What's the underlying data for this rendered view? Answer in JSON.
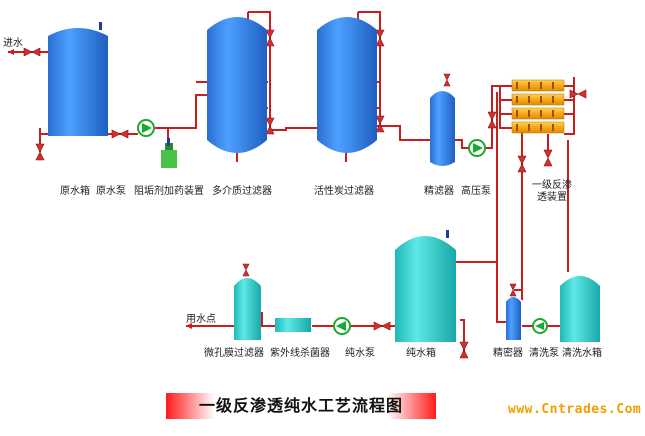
{
  "title": "一级反渗透纯水工艺流程图",
  "watermark": "www.Cntrades.Com",
  "labels": {
    "inlet": "进水",
    "raw_tank": "原水箱",
    "raw_pump": "原水泵",
    "antiscalant": "阻垢剂加药装置",
    "multimedia": "多介质过滤器",
    "carbon": "活性炭过滤器",
    "precision": "精滤器",
    "hp_pump": "高压泵",
    "ro_unit": "一级反渗透装置",
    "use_point": "用水点",
    "micro_filter": "微孔膜过滤器",
    "uv": "紫外线杀菌器",
    "pure_pump": "纯水泵",
    "pure_tank": "纯水箱",
    "fine_filter": "精密器",
    "clean_pump": "清洗泵",
    "clean_tank": "清洗水箱"
  },
  "colors": {
    "pipe": "#c81e1e",
    "tank_blue": "#2f80e0",
    "tank_cyan": "#2ccfd0",
    "membrane": "#f0b020",
    "pump_green": "#1aaa30",
    "dosing_green": "#49c24a"
  }
}
